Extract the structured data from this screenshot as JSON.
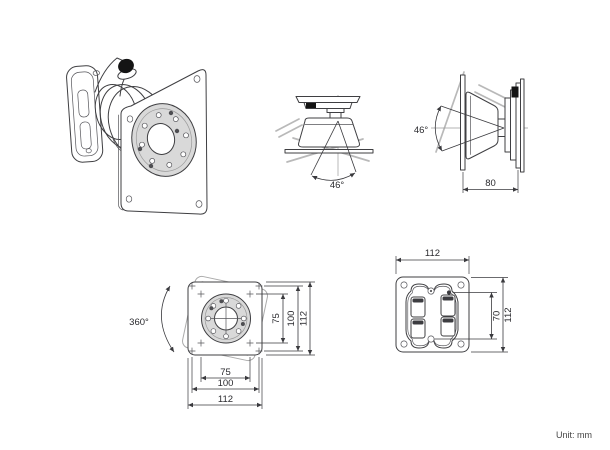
{
  "drawing": {
    "subject": "swivel-vesa-mount-technical-drawing",
    "unit_label": "Unit: mm"
  },
  "colors": {
    "line": "#3f3f42",
    "ghost": "#b9b9b9",
    "plate_fill": "#d9d9d9",
    "knob": "#141414",
    "background": "#ffffff"
  },
  "views": {
    "top_tilt": {
      "angle": "46°"
    },
    "side_tilt": {
      "angle": "46°",
      "depth": "80"
    },
    "front": {
      "rotation": "360°",
      "dims_vertical": [
        "75",
        "100",
        "112"
      ],
      "dims_horizontal": [
        "75",
        "100",
        "112"
      ]
    },
    "back": {
      "dim_width": "112",
      "dim_height": "112",
      "dim_hole_spacing": "70"
    }
  }
}
